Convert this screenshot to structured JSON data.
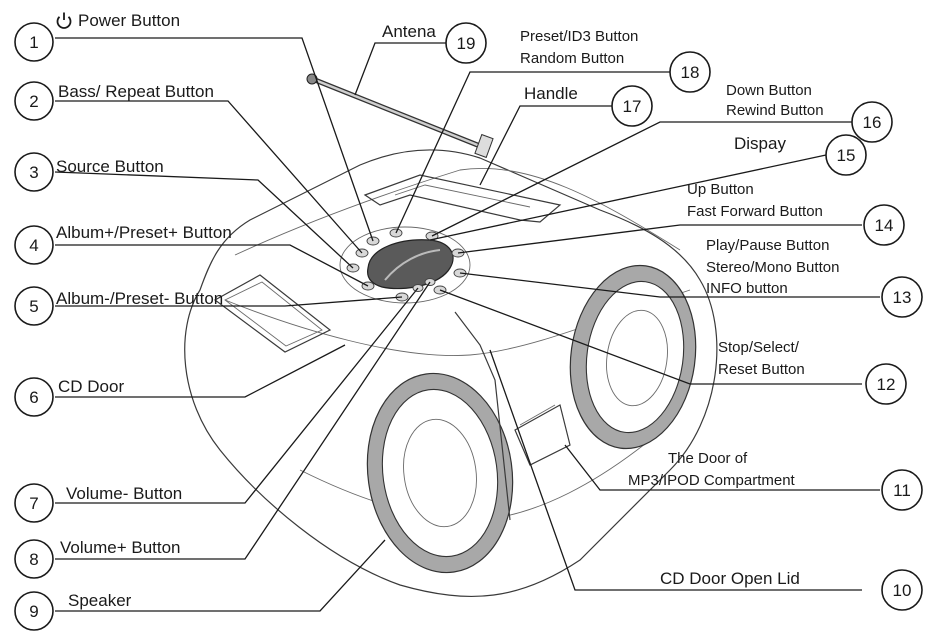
{
  "callouts": [
    {
      "num": "1",
      "label": "Power Button"
    },
    {
      "num": "2",
      "label": "Bass/ Repeat Button"
    },
    {
      "num": "3",
      "label": "Source Button"
    },
    {
      "num": "4",
      "label": "Album+/Preset+ Button"
    },
    {
      "num": "5",
      "label": "Album-/Preset- Button"
    },
    {
      "num": "6",
      "label": "CD Door"
    },
    {
      "num": "7",
      "label": "Volume- Button"
    },
    {
      "num": "8",
      "label": "Volume+ Button"
    },
    {
      "num": "9",
      "label": "Speaker"
    },
    {
      "num": "10",
      "label": "CD Door Open Lid"
    },
    {
      "num": "11",
      "label_line1": "The Door of",
      "label_line2": "MP3/IPOD Compartment"
    },
    {
      "num": "12",
      "label_line1": "Stop/Select/",
      "label_line2": "Reset Button"
    },
    {
      "num": "13",
      "label_line1": "Play/Pause Button",
      "label_line2": "Stereo/Mono Button",
      "label_line3": "INFO button"
    },
    {
      "num": "14",
      "label_line1": "Up Button",
      "label_line2": "Fast Forward Button"
    },
    {
      "num": "15",
      "label": "Dispay"
    },
    {
      "num": "16",
      "label_line1": "Down Button",
      "label_line2": "Rewind Button"
    },
    {
      "num": "17",
      "label": "Handle"
    },
    {
      "num": "18",
      "label_line1": "Preset/ID3 Button",
      "label_line2": "Random Button"
    },
    {
      "num": "19",
      "label": "Antena"
    }
  ],
  "icons": {
    "power": "power-symbol-icon"
  },
  "colors": {
    "line": "#1a1a1a",
    "speaker_ring": "#a8a8a8"
  }
}
